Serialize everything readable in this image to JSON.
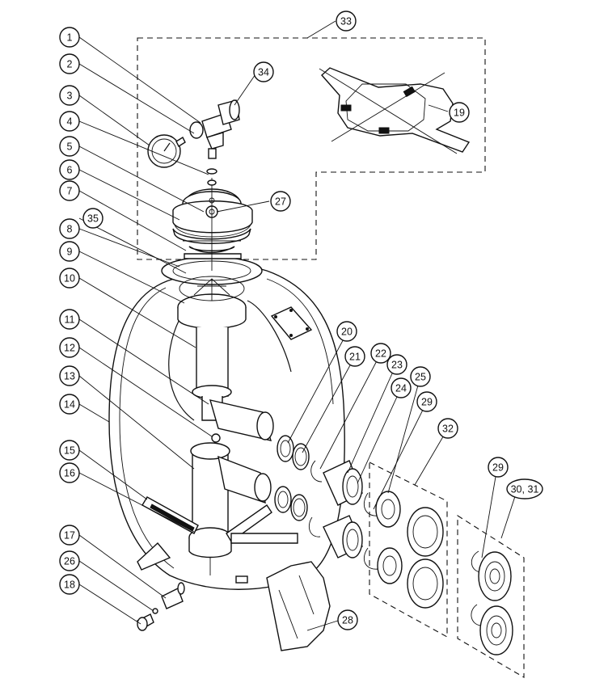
{
  "diagram": {
    "callouts": [
      {
        "id": "c1",
        "label": "1"
      },
      {
        "id": "c2",
        "label": "2"
      },
      {
        "id": "c3",
        "label": "3"
      },
      {
        "id": "c4",
        "label": "4"
      },
      {
        "id": "c5",
        "label": "5"
      },
      {
        "id": "c6",
        "label": "6"
      },
      {
        "id": "c7",
        "label": "7"
      },
      {
        "id": "c35",
        "label": "35"
      },
      {
        "id": "c8",
        "label": "8"
      },
      {
        "id": "c9",
        "label": "9"
      },
      {
        "id": "c10",
        "label": "10"
      },
      {
        "id": "c11",
        "label": "11"
      },
      {
        "id": "c12",
        "label": "12"
      },
      {
        "id": "c13",
        "label": "13"
      },
      {
        "id": "c14",
        "label": "14"
      },
      {
        "id": "c15",
        "label": "15"
      },
      {
        "id": "c16",
        "label": "16"
      },
      {
        "id": "c17",
        "label": "17"
      },
      {
        "id": "c26",
        "label": "26"
      },
      {
        "id": "c18",
        "label": "18"
      },
      {
        "id": "c33",
        "label": "33"
      },
      {
        "id": "c34",
        "label": "34"
      },
      {
        "id": "c19",
        "label": "19"
      },
      {
        "id": "c27",
        "label": "27"
      },
      {
        "id": "c20",
        "label": "20"
      },
      {
        "id": "c21",
        "label": "21"
      },
      {
        "id": "c22",
        "label": "22"
      },
      {
        "id": "c23",
        "label": "23"
      },
      {
        "id": "c24",
        "label": "24"
      },
      {
        "id": "c25",
        "label": "25"
      },
      {
        "id": "c29a",
        "label": "29"
      },
      {
        "id": "c32",
        "label": "32"
      },
      {
        "id": "c29b",
        "label": "29"
      },
      {
        "id": "c3031",
        "label": "30, 31"
      },
      {
        "id": "c28",
        "label": "28"
      }
    ]
  }
}
